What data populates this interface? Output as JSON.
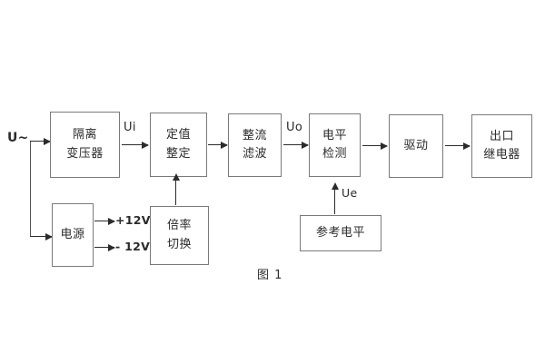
{
  "diagram": {
    "caption": "图 1",
    "source_label": "U~",
    "blocks": [
      {
        "id": "isolation-transformer",
        "lines": [
          "隔离",
          "变压器"
        ]
      },
      {
        "id": "setting-value",
        "lines": [
          "定值",
          "整定"
        ]
      },
      {
        "id": "rectify-filter",
        "lines": [
          "整流",
          "滤波"
        ]
      },
      {
        "id": "level-detect",
        "lines": [
          "电平",
          "检测"
        ]
      },
      {
        "id": "driver",
        "lines": [
          "驱动"
        ]
      },
      {
        "id": "output-relay",
        "lines": [
          "出口",
          "继电器"
        ]
      },
      {
        "id": "power-supply",
        "lines": [
          "电源"
        ]
      },
      {
        "id": "multiplier-switch",
        "lines": [
          "倍率",
          "切换"
        ]
      },
      {
        "id": "reference-level",
        "lines": [
          "参考电平"
        ]
      }
    ],
    "signal_labels": {
      "ui": "Ui",
      "uo": "Uo",
      "ue": "Ue",
      "rail_positive": "+12V",
      "rail_negative": "- 12V"
    }
  }
}
